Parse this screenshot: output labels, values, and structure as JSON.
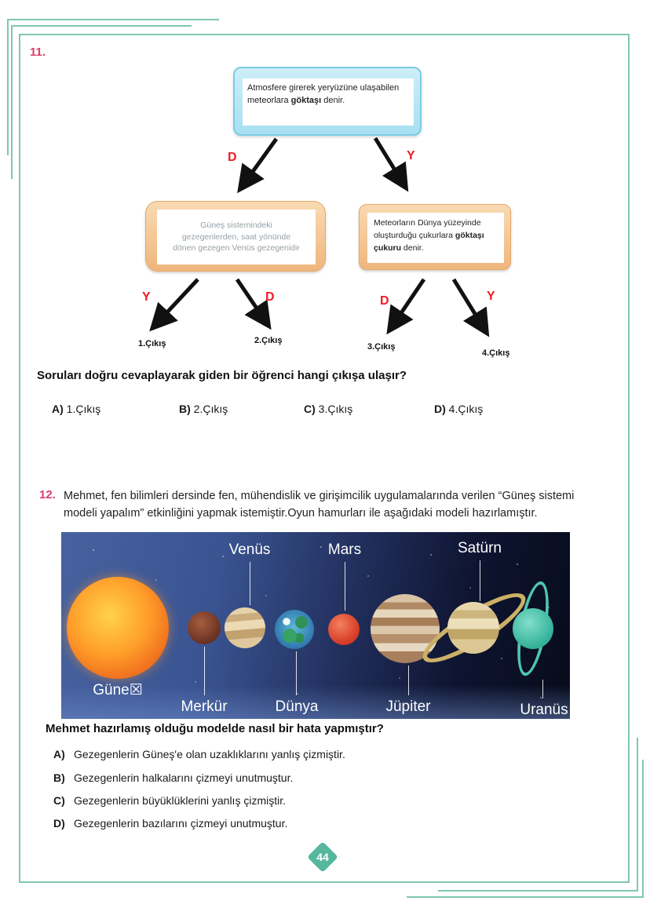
{
  "page_number": "44",
  "colors": {
    "border_teal": "#7fc7b2",
    "question_number_pink": "#e23a6c",
    "branch_red": "#ec1c24",
    "diamond_teal": "#55b79e"
  },
  "q11": {
    "number": "11.",
    "flowchart": {
      "root_box": {
        "pre": "Atmosfere girerek yeryüzüne ulaşabilen meteorlara ",
        "bold": "göktaşı",
        "post": " denir."
      },
      "left_box": {
        "text": "Güneş sistemindeki gezegenlerden, saat yönünde dönen gezegen Venüs gezegenidir"
      },
      "right_box": {
        "pre": "Meteorların Dünya yüzeyinde oluşturduğu çukurlara ",
        "bold": "göktaşı çukuru",
        "post": " denir."
      },
      "branches": {
        "root_left": "D",
        "root_right": "Y",
        "left_left": "Y",
        "left_right": "D",
        "right_left": "D",
        "right_right": "Y"
      },
      "exits": [
        "1.Çıkış",
        "2.Çıkış",
        "3.Çıkış",
        "4.Çıkış"
      ]
    },
    "question": "Soruları doğru cevaplayarak giden bir öğrenci hangi çıkışa ulaşır?",
    "options": [
      {
        "letter": "A)",
        "label": "1.Çıkış"
      },
      {
        "letter": "B)",
        "label": "2.Çıkış"
      },
      {
        "letter": "C)",
        "label": "3.Çıkış"
      },
      {
        "letter": "D)",
        "label": "4.Çıkış"
      }
    ]
  },
  "q12": {
    "number": "12.",
    "intro": "Mehmet, fen bilimleri dersinde fen, mühendislik ve girişimcilik uygulamalarında verilen “Güneş sistemi modeli yapalım” etkinliğini yapmak istemiştir.Oyun hamurları ile aşağıdaki modeli hazırlamıştır.",
    "model": {
      "top_labels": [
        "Venüs",
        "Mars",
        "Satürn"
      ],
      "bottom_labels": [
        "Güne☒",
        "Merkür",
        "Dünya",
        "Jüpiter",
        "Uranüs"
      ]
    },
    "question": "Mehmet hazırlamış olduğu  modelde nasıl bir hata yapmıştır?",
    "options": [
      {
        "letter": "A)",
        "text": "Gezegenlerin Güneş'e olan uzaklıklarını yanlış çizmiştir."
      },
      {
        "letter": "B)",
        "text": "Gezegenlerin halkalarını çizmeyi unutmuştur."
      },
      {
        "letter": "C)",
        "text": "Gezegenlerin büyüklüklerini yanlış çizmiştir."
      },
      {
        "letter": "D)",
        "text": "Gezegenlerin bazılarını çizmeyi unutmuştur."
      }
    ]
  }
}
